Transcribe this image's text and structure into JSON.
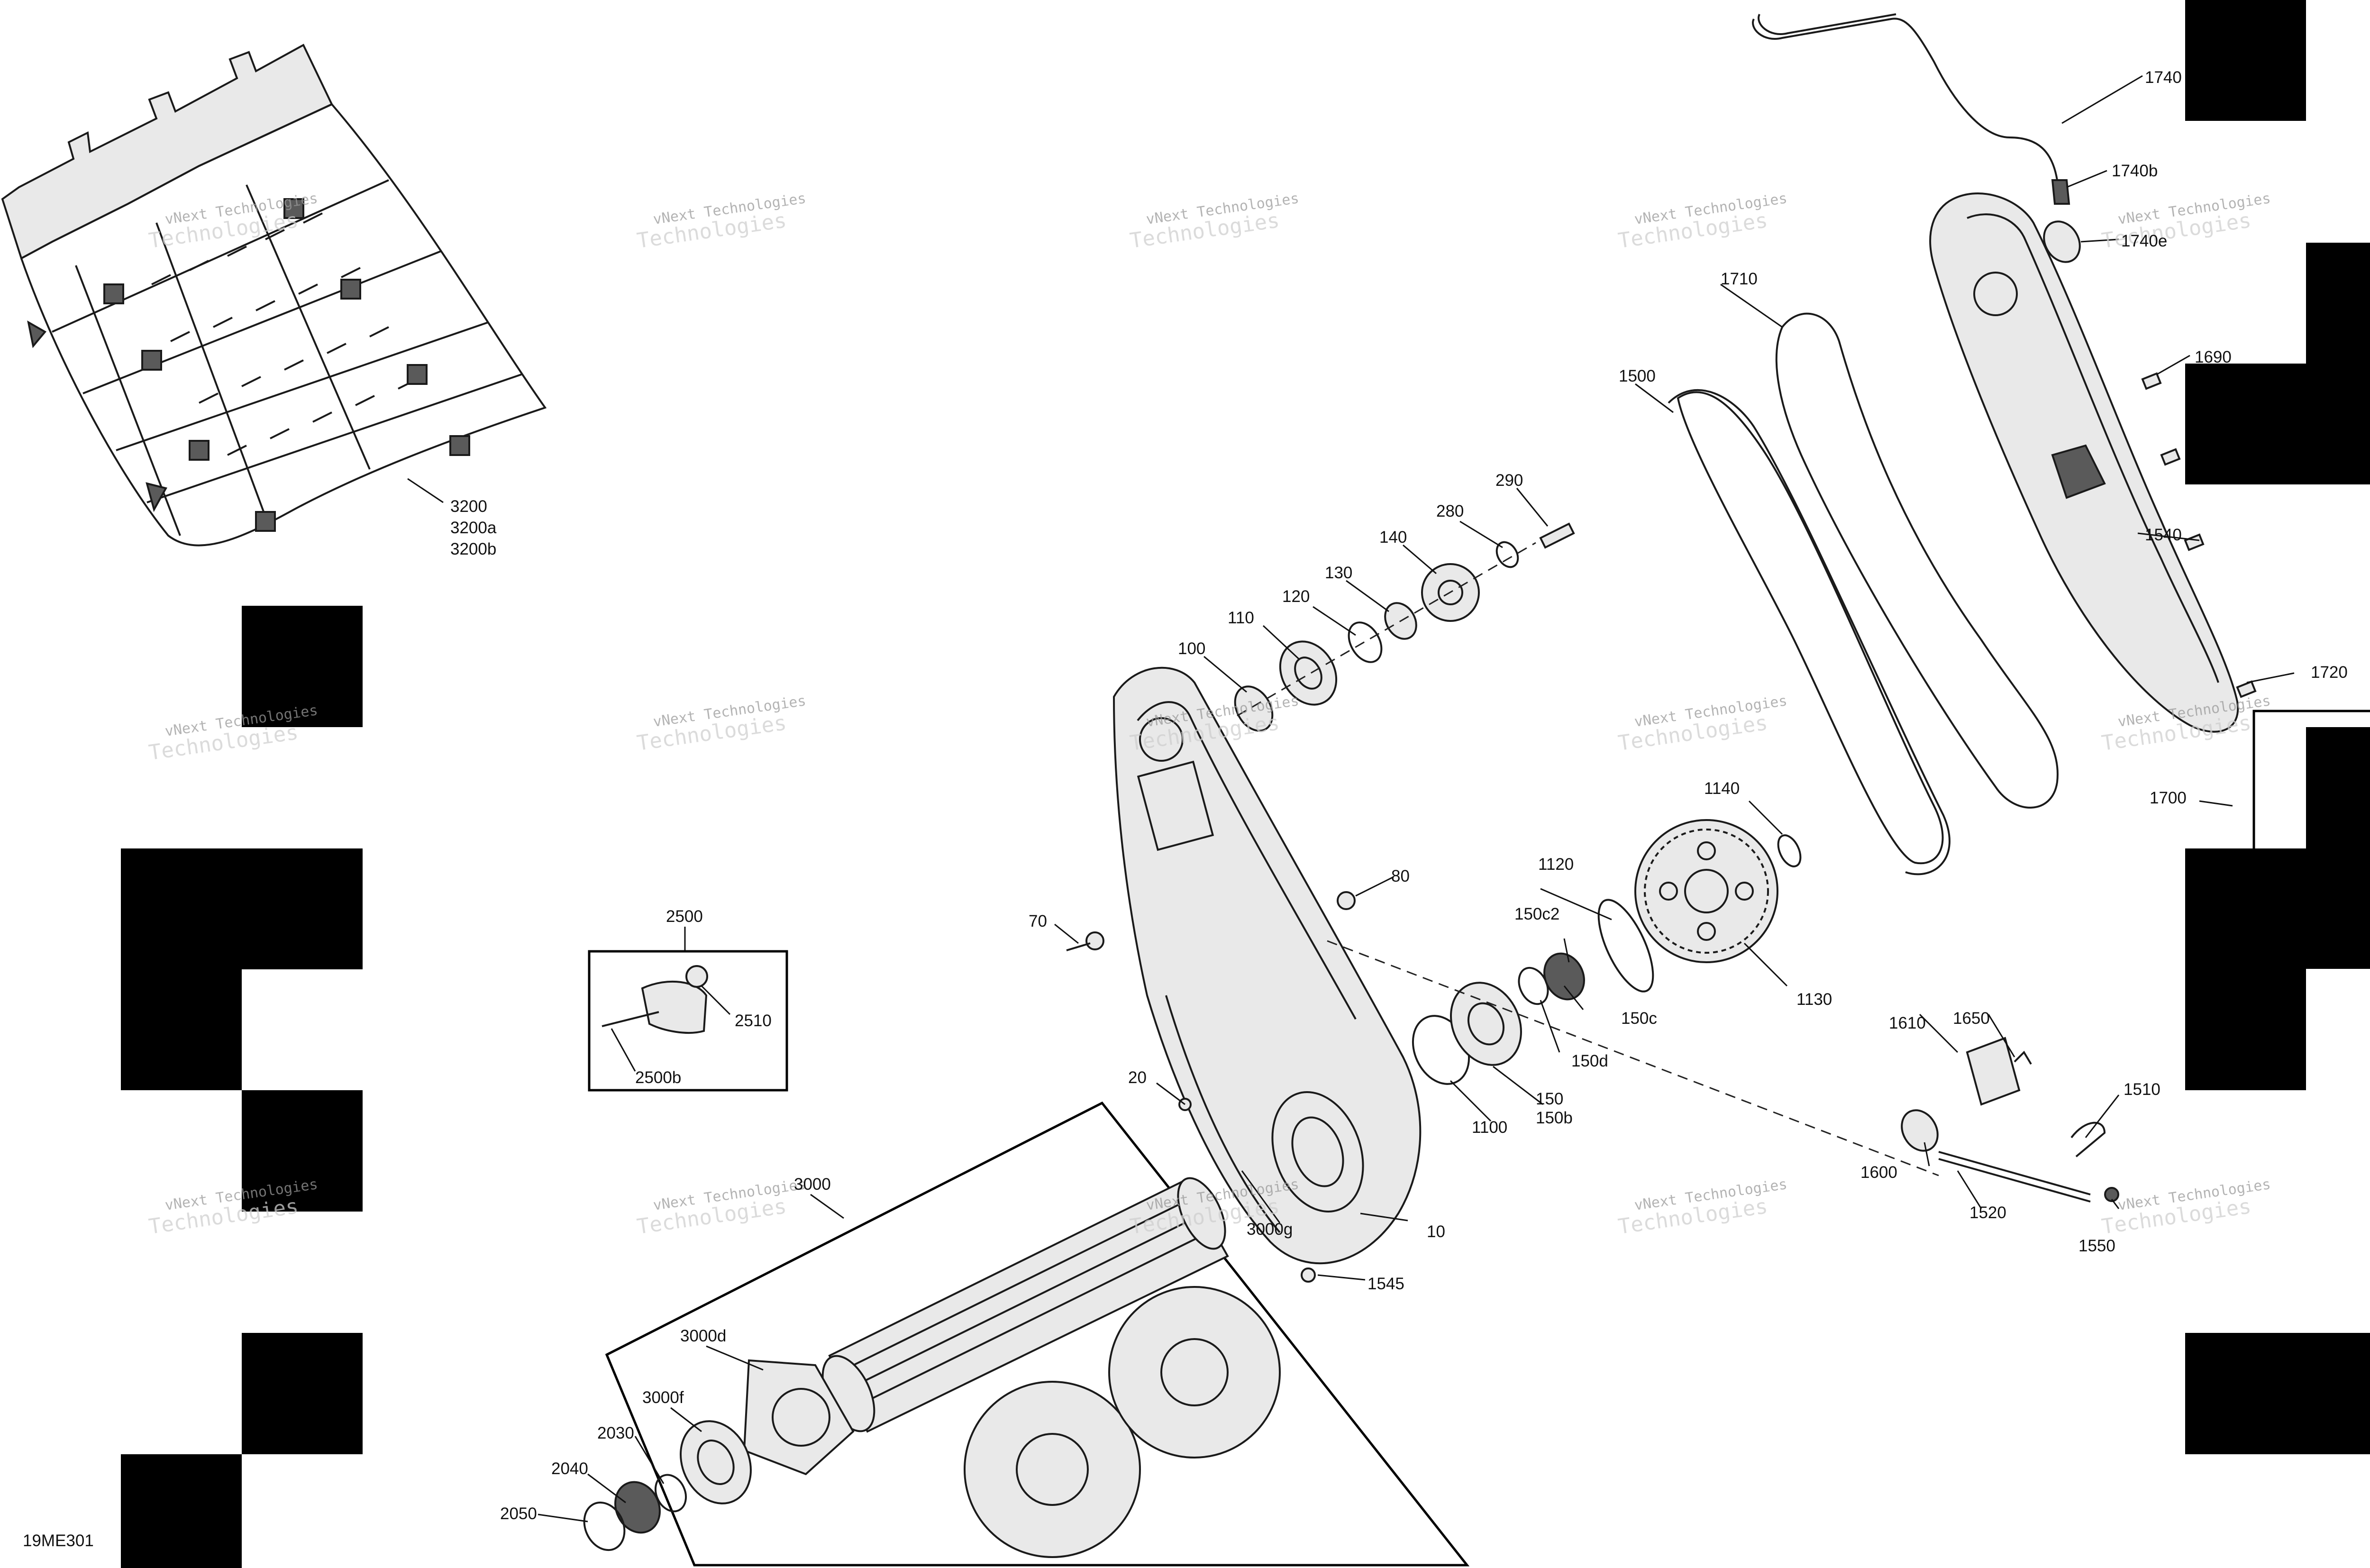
{
  "diagram": {
    "code": "19ME301",
    "watermark": {
      "line1": "vNext Technologies",
      "line2": "Technologies"
    },
    "callouts": [
      {
        "id": "c3200",
        "text": "3200"
      },
      {
        "id": "c3200a",
        "text": "3200a"
      },
      {
        "id": "c3200b",
        "text": "3200b"
      },
      {
        "id": "c2500",
        "text": "2500"
      },
      {
        "id": "c2510",
        "text": "2510"
      },
      {
        "id": "c2500b",
        "text": "2500b"
      },
      {
        "id": "c3000",
        "text": "3000"
      },
      {
        "id": "c3000d",
        "text": "3000d"
      },
      {
        "id": "c3000f",
        "text": "3000f"
      },
      {
        "id": "c3000g",
        "text": "3000g"
      },
      {
        "id": "c2030",
        "text": "2030"
      },
      {
        "id": "c2040",
        "text": "2040"
      },
      {
        "id": "c2050",
        "text": "2050"
      },
      {
        "id": "c10",
        "text": "10"
      },
      {
        "id": "c20",
        "text": "20"
      },
      {
        "id": "c70",
        "text": "70"
      },
      {
        "id": "c80",
        "text": "80"
      },
      {
        "id": "c100",
        "text": "100"
      },
      {
        "id": "c110",
        "text": "110"
      },
      {
        "id": "c120",
        "text": "120"
      },
      {
        "id": "c130",
        "text": "130"
      },
      {
        "id": "c140",
        "text": "140"
      },
      {
        "id": "c280",
        "text": "280"
      },
      {
        "id": "c290",
        "text": "290"
      },
      {
        "id": "c150",
        "text": "150"
      },
      {
        "id": "c150b",
        "text": "150b"
      },
      {
        "id": "c150c",
        "text": "150c"
      },
      {
        "id": "c150c2",
        "text": "150c2"
      },
      {
        "id": "c150d",
        "text": "150d"
      },
      {
        "id": "c1100",
        "text": "1100"
      },
      {
        "id": "c1120",
        "text": "1120"
      },
      {
        "id": "c1130",
        "text": "1130"
      },
      {
        "id": "c1140",
        "text": "1140"
      },
      {
        "id": "c1500",
        "text": "1500"
      },
      {
        "id": "c1510",
        "text": "1510"
      },
      {
        "id": "c1520",
        "text": "1520"
      },
      {
        "id": "c1540",
        "text": "1540"
      },
      {
        "id": "c1545",
        "text": "1545"
      },
      {
        "id": "c1550",
        "text": "1550"
      },
      {
        "id": "c1600",
        "text": "1600"
      },
      {
        "id": "c1610",
        "text": "1610"
      },
      {
        "id": "c1650",
        "text": "1650"
      },
      {
        "id": "c1690",
        "text": "1690"
      },
      {
        "id": "c1700",
        "text": "1700"
      },
      {
        "id": "c1710",
        "text": "1710"
      },
      {
        "id": "c1720",
        "text": "1720"
      },
      {
        "id": "c1740",
        "text": "1740"
      },
      {
        "id": "c1740b",
        "text": "1740b"
      },
      {
        "id": "c1740e",
        "text": "1740e"
      }
    ]
  }
}
